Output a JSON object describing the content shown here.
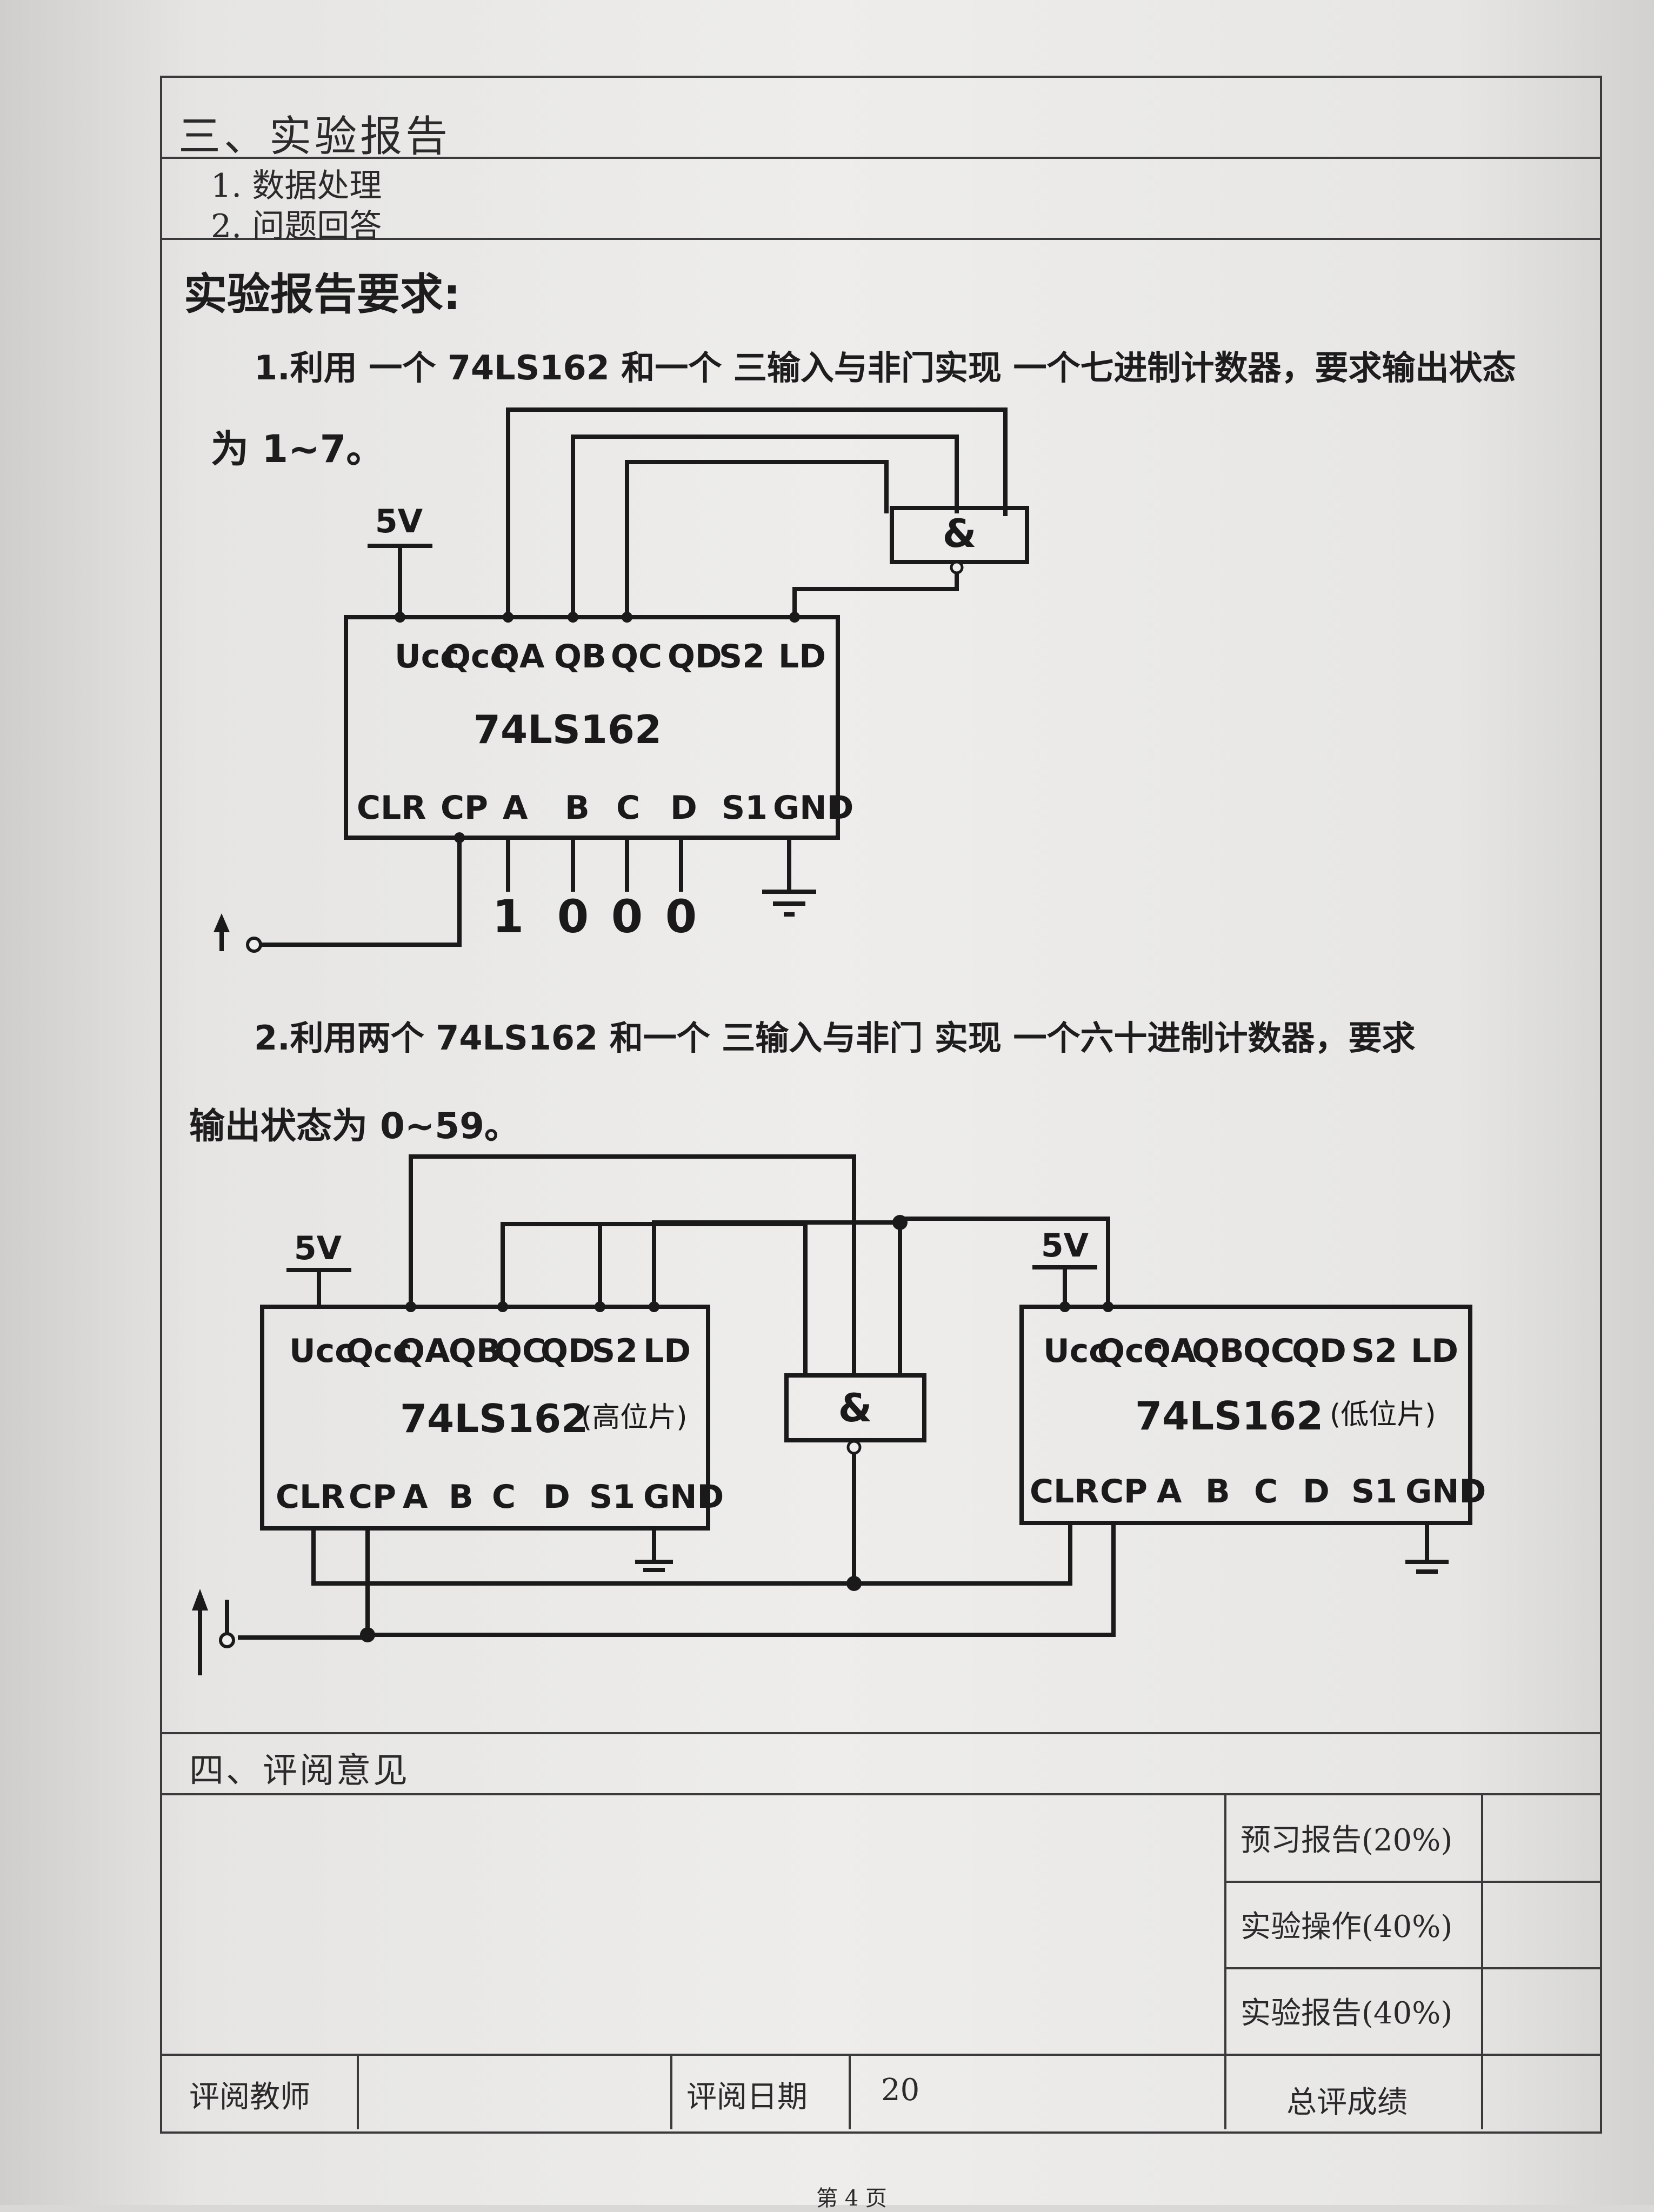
{
  "section3": {
    "heading": "三、实验报告",
    "items": [
      "1.  数据处理",
      "2.  问题回答"
    ]
  },
  "requirements": {
    "title": "实验报告要求:",
    "q1_line1": "1.利用 一个 74LS162 和一个 三输入与非门实现 一个七进制计数器，要求输出状态",
    "q1_line2": "为 1~7。",
    "q2_line1": "2.利用两个 74LS162 和一个 三输入与非门 实现 一个六十进制计数器，要求",
    "q2_line2": "输出状态为 0~59。"
  },
  "circuit1": {
    "supply": "5V",
    "chip": "74LS162",
    "top_pins": [
      "Ucc",
      "Qcc",
      "QA",
      "QB",
      "QC",
      "QD",
      "S2",
      "LD"
    ],
    "bottom_pins": [
      "CLR",
      "CP",
      "A",
      "B",
      "C",
      "D",
      "S1",
      "GND"
    ],
    "gate": "&",
    "inputs": [
      "1",
      "0",
      "0",
      "0"
    ]
  },
  "circuit2": {
    "supply_left": "5V",
    "supply_right": "5V",
    "chip_left": "74LS162",
    "chip_left_note": "(高位片)",
    "chip_right": "74LS162",
    "chip_right_note": "(低位片)",
    "top_pins": [
      "Ucc",
      "Qcc",
      "QA",
      "QB",
      "QC",
      "QD",
      "S2",
      "LD"
    ],
    "bottom_pins": [
      "CLR",
      "CP",
      "A",
      "B",
      "C",
      "D",
      "S1",
      "GND"
    ],
    "gate": "&"
  },
  "section4": {
    "heading": "四、评阅意见",
    "scores": [
      "预习报告(20%)",
      "实验操作(40%)",
      "实验报告(40%)"
    ],
    "reviewer_label": "评阅教师",
    "date_label": "评阅日期",
    "date_value": "20",
    "total_label": "总评成绩"
  },
  "footer": {
    "page": "第    4    页"
  }
}
